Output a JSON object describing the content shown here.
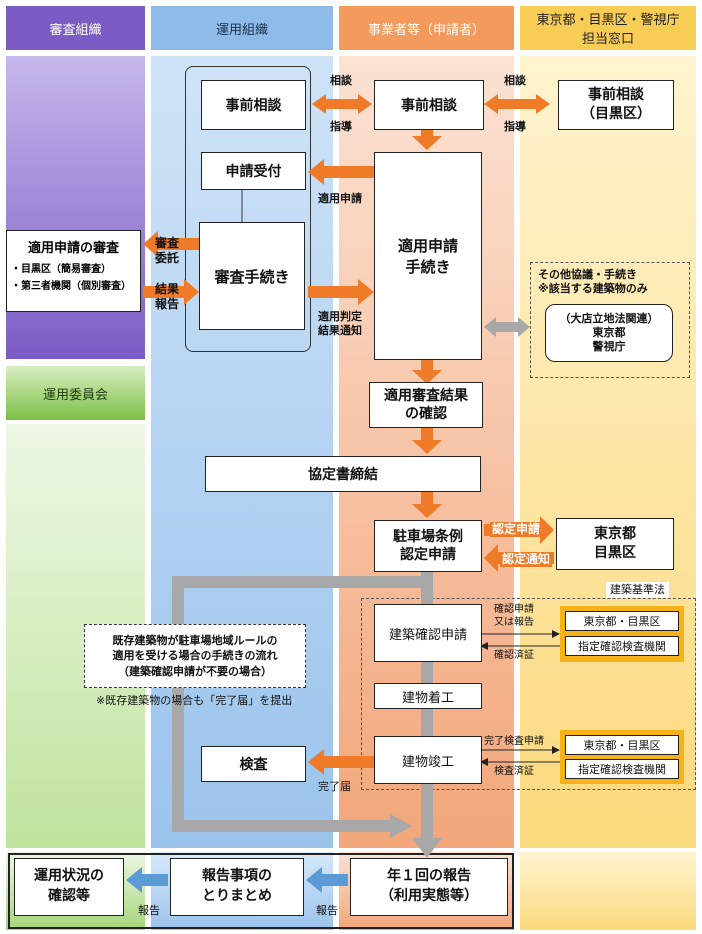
{
  "columns": {
    "review": "審査組織",
    "operation": "運用組織",
    "applicant": "事業者等（申請者）",
    "tokyo": "東京都・目黒区・警視庁\n担当窓口"
  },
  "committee": "運用委員会",
  "boxes": {
    "pre_consult_op": "事前相談",
    "pre_consult_app": "事前相談",
    "pre_consult_meguro": "事前相談\n（目黒区）",
    "receipt": "申請受付",
    "review_proc": "審査手続き",
    "app_proc": "適用申請\n手続き",
    "review_box_title": "適用申請の審査",
    "review_box_item1": "・目黒区（簡易審査）",
    "review_box_item2": "・第三者機関（個別審査）",
    "result_confirm": "適用審査結果\nの確認",
    "agreement": "協定書締結",
    "parking_cert": "駐車場条例\n認定申請",
    "tokyo_meguro": "東京都\n目黒区",
    "build_confirm": "建築確認申請",
    "construction_start": "建物着工",
    "completion": "建物竣工",
    "inspection": "検査",
    "annual_report": "年１回の報告\n（利用実態等）",
    "report_summary": "報告事項の\nとりまとめ",
    "status_check": "運用状況の\n確認等",
    "tm1": "東京都・目黒区",
    "agency1": "指定確認検査機関",
    "tm2": "東京都・目黒区",
    "agency2": "指定確認検査機関"
  },
  "other": {
    "title": "その他協議・手続き\n※該当する建築物のみ",
    "inner": "（大店立地法関連）\n東京都\n警視庁"
  },
  "labels": {
    "soudan1": "相談",
    "shidou1": "指導",
    "soudan2": "相談",
    "shidou2": "指導",
    "apply": "適用申請",
    "shinsa_itaku": "審査\n委託",
    "kekka_houkoku": "結果\n報告",
    "hantei": "適用判定\n結果通知",
    "nintei_shinsei": "認定申請",
    "nintei_tsuchi": "認定通知",
    "kenchiku_kijun": "建築基準法",
    "kakunin_shinsei": "確認申請\n又は報告",
    "kakunin_zumi": "確認済証",
    "kanryo_shinsei": "完了検査申請",
    "kensa_zumi": "検査済証",
    "kanryo_todoke": "完了届",
    "houkoku1": "報告",
    "houkoku2": "報告"
  },
  "note": {
    "text": "既存建築物が駐車場地域ルールの\n適用を受ける場合の手続きの流れ\n（建築確認申請が不要の場合）",
    "sub": "※既存建築物の場合も「完了届」を提出"
  },
  "colors": {
    "purple": "#7b5cc4",
    "green": "#7cbf45",
    "blue": "#8ebbe8",
    "orange": "#f39a5c",
    "yellow": "#f8cd55",
    "arrow_orange": "#ef7a28",
    "arrow_gray": "#a8a8a8",
    "arrow_blue": "#5b9bd5"
  }
}
